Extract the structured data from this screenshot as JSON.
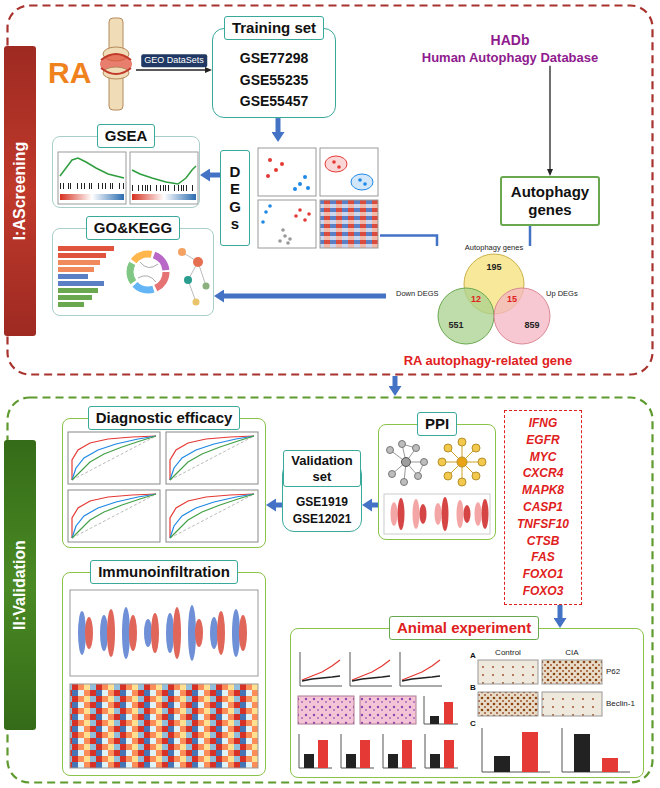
{
  "diagram": {
    "nodes": [
      {
        "text": [
          "I:AScreening"
        ]
      },
      {
        "text": [
          "RA"
        ],
        "in": 0
      },
      {
        "text": [
          "Training set",
          "GSE77298 GSE55235 GSE55457"
        ],
        "in": 0
      },
      {
        "text": [
          "HADb",
          "Human Autophagy Database"
        ],
        "in": 0
      },
      {
        "text": [
          "GSEA"
        ],
        "in": 0
      },
      {
        "text": [
          "DEGs"
        ],
        "in": 0
      },
      {
        "text": [
          "Autophagy genes"
        ],
        "in": 0
      },
      {
        "text": [
          "GO&KEGG"
        ],
        "in": 0
      },
      {
        "text": [
          "RA autophagy-related gene"
        ],
        "in": 0
      },
      {
        "text": [
          "II:Validation"
        ]
      },
      {
        "text": [
          "IFNG",
          "EGFR",
          "MYC",
          "CXCR4",
          "MAPK8",
          "CASP1",
          "TNFSF10",
          "CTSB",
          "FAS",
          "FOXO1",
          "FOXO3"
        ],
        "in": 9
      },
      {
        "text": [
          "PPI"
        ],
        "in": 9
      },
      {
        "text": [
          "Validation set",
          "GSE1919 GSE12021"
        ],
        "in": 9
      },
      {
        "text": [
          "Diagnostic efficacy"
        ],
        "in": 9
      },
      {
        "text": [
          "Immunoinfiltration"
        ],
        "in": 9
      },
      {
        "text": [
          "Animal experiment"
        ],
        "in": 9
      }
    ],
    "edges": [
      {
        "from": 1,
        "to": 2,
        "label": "GEO DataSets",
        "arrow": "to"
      },
      {
        "from": 2,
        "to": 5,
        "arrow": "to"
      },
      {
        "from": 5,
        "to": 4,
        "arrow": "to"
      },
      {
        "from": 3,
        "to": 6,
        "arrow": "to"
      },
      {
        "from": 5,
        "to": 8,
        "arrow": "none"
      },
      {
        "from": 6,
        "to": 8,
        "arrow": "none"
      },
      {
        "from": 8,
        "to": 7,
        "arrow": "to"
      },
      {
        "from": 0,
        "to": 9,
        "arrow": "to"
      },
      {
        "from": 11,
        "to": 12,
        "arrow": "to"
      },
      {
        "from": 12,
        "to": 13,
        "arrow": "to"
      },
      {
        "from": 10,
        "to": 15,
        "arrow": "to"
      }
    ],
    "labels": [
      "Autophagy genes",
      "Down DEGS",
      "Up DEGs",
      "195",
      "12",
      "15",
      "551",
      "859",
      "Control",
      "CIA",
      "P62",
      "Beclin-1",
      "A",
      "B",
      "C"
    ]
  }
}
